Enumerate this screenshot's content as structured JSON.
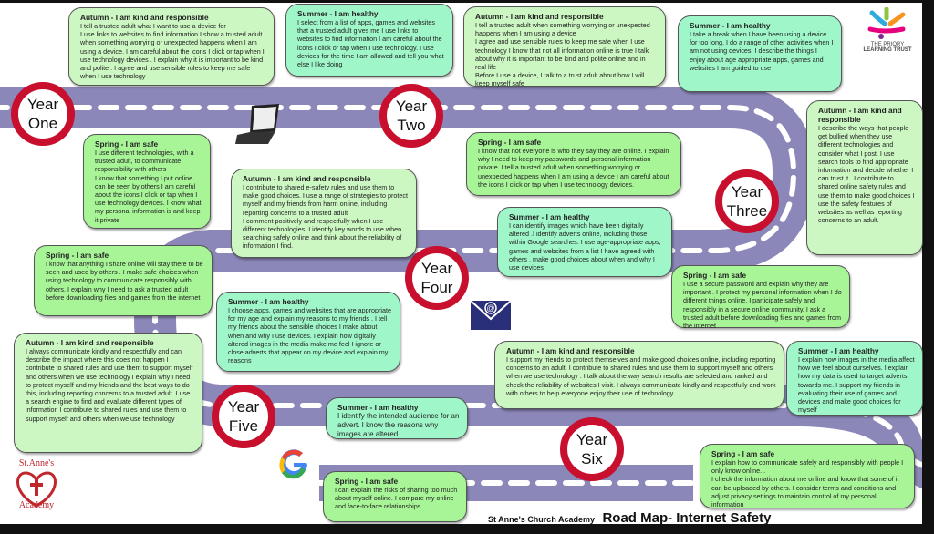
{
  "title": {
    "school": "St Anne's Church Academy",
    "main": "Road Map-  Internet Safety"
  },
  "logos": {
    "trust": [
      "THE PRIORY",
      "LEARNING TRUST"
    ],
    "school": "St.Anne's Academy"
  },
  "years": [
    {
      "l1": "Year",
      "l2": "One"
    },
    {
      "l1": "Year",
      "l2": "Two"
    },
    {
      "l1": "Year",
      "l2": "Three"
    },
    {
      "l1": "Year",
      "l2": "Four"
    },
    {
      "l1": "Year",
      "l2": "Five"
    },
    {
      "l1": "Year",
      "l2": "Six"
    }
  ],
  "bubbles": [
    {
      "title": "Autumn -  I  am kind and responsible",
      "text": "I tell a trusted adult what I want to use a device for\n I use links to websites to find information  I show a trusted adult when something worrying or unexpected happens when I am using a device. I am careful about the icons I click or tap when I use technology devices . I explain why it is important to be kind and polite . I agree and use sensible rules to keep me safe when I use technology"
    },
    {
      "title": "Summer - I am healthy",
      "text": "I select from a list of apps, games and websites that a trusted adult gives me  I use links to websites to find information  I am careful about the icons I click or tap when I use technology. I use devices for the time I am allowed and tell you what else I like doing"
    },
    {
      "title": "Autumn -  I  am kind and responsible",
      "text": "I tell a trusted adult when something worrying or unexpected happens when I am using a device\nI agree and use sensible rules to keep me safe when I use technology I know that not all information online is true I talk about why it is important to be kind and polite online and in real life\nBefore I use a device, I talk to a trust adult about how I will keep myself safe"
    },
    {
      "title": "Summer - I am healthy",
      "text": "I take a break when I have been using a device for too long.  I do a range of other activities when I am not using devices. I describe the things I enjoy about age appropriate apps, games and websites I am guided to use"
    },
    {
      "title": "Spring - I am safe",
      "text": "I use different technologies, with a trusted adult, to communicate responsibility with others\n I know that something I put online can be seen by others I am careful about the icons I click or tap when I use technology devices. I know what my personal information is and keep it private"
    },
    {
      "title": "Autumn -  I  am kind and responsible",
      "text": "I contribute to shared e-safety rules and use them to make good choices. I use a range of strategies to protect myself and my friends from harm online, including reporting concerns to a trusted adult\nI comment positively and respectfully when I use different technologies. I identify key words to use when searching safely online and think about the reliability of information I find."
    },
    {
      "title": "Spring - I am safe",
      "text": "I know that not everyone is who they say they are online. I explain why I need to keep my passwords and personal information private. I tell a trusted adult when something worrying or unexpected happens when I am using a device I am careful about the icons I click or tap when I use technology devices."
    },
    {
      "title": "Autumn -  I  am kind and responsible",
      "text": "I describe the ways that people get bullied when they use different technologies and consider what I post.  I use search tools to find appropriate information and decide whether I can trust it . I contribute to shared online safety rules and use them to make good choices  I use the safety features of websites as well as reporting concerns to an adult."
    },
    {
      "title": "Summer - I am healthy",
      "text": "I can identify images which have been digitally altered .I identify adverts online, including those within Google searches. I use age-appropriate apps, games and websites from a list I have agreed with others .  make good choices about when and why I use devices"
    },
    {
      "title": "Spring - I am safe",
      "text": "I know that anything I share online will stay there to be seen and used by others . I make safe choices when using technology to communicate responsibly with others. I explain why I need to ask a trusted adult before downloading files and games from the internet"
    },
    {
      "title": "Summer - I am healthy",
      "text": "I choose apps, games and websites that are appropriate for my age and explain my reasons to my friends . I tell my friends about the sensible choices I make about when and why I use devices. I explain how digitally altered images in the media make me feel  I ignore or close adverts that appear on my device and explain my reasons"
    },
    {
      "title": "Spring - I am safe",
      "text": "I use a secure password and explain why they are important . I protect my personal information when I do different things online. I participate safely and responsibly in a secure online community.  I ask a trusted adult before downloading files and games from the internet"
    },
    {
      "title": "Autumn -  I  am kind and responsible",
      "text": "I always communicate kindly and respectfully and can describe the impact where this does not happen  I contribute to shared rules and use them to support myself and others when we use technology I explain why I need to protect myself and my friends and the best ways to do this, including reporting concerns to a trusted adult.  I use a search engine to find and evaluate different types of information  I contribute to shared rules and use them to support myself and others when we use technology"
    },
    {
      "title": "Autumn -  I  am kind and responsible",
      "text": "I support my friends to protect themselves and make good choices online, including reporting concerns to an adult. I contribute to shared rules and use them to support myself and others when we use technology . I talk about the way search results are selected and ranked and check the reliability of websites I visit.  I always communicate kindly and respectfully and work with others to help everyone enjoy their use of technology"
    },
    {
      "title": "Summer - I am healthy",
      "text": "I explain how images in the media affect how we feel about ourselves. I explain how my data is used to target adverts towards me. I support my friends in evaluating their use of games and devices and make good choices for myself"
    },
    {
      "title": "Summer - I am healthy",
      "text": "I identify the intended audience for an advert.  I know the reasons why images are altered"
    },
    {
      "title": "Spring - I am safe",
      "text": "I can explain the risks of sharing too much about myself online. I compare my online and face-to-face relationships"
    },
    {
      "title": "Spring - I am safe",
      "text": "I explain how to communicate safely and responsibly with people I only know online. .\n I check the information about me online and know that some of it can be uploaded by others. I consider terms and conditions and adjust privacy settings to maintain control of my personal information"
    }
  ],
  "colors": {
    "road": "#8b87b9",
    "ring": "#c8102e",
    "autumn": "#ccf7c2",
    "summer": "#9ff7c9",
    "spring": "#a8f598"
  }
}
